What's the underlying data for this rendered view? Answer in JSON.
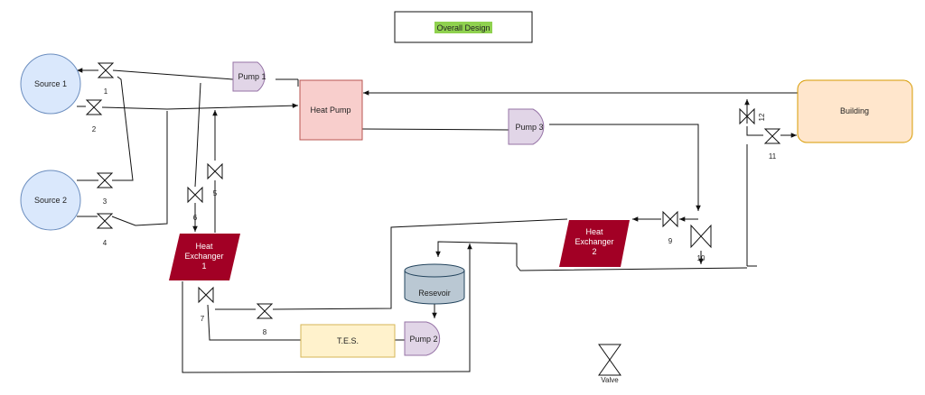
{
  "title": "Overall Design",
  "nodes": {
    "source1": "Source 1",
    "source2": "Source 2",
    "pump1": "Pump 1",
    "pump2": "Pump 2",
    "pump3": "Pump 3",
    "heat_pump": "Heat Pump",
    "building": "Building",
    "hx1": [
      "Heat",
      "Exchanger",
      "1"
    ],
    "hx2": [
      "Heat",
      "Exchanger",
      "2"
    ],
    "reservoir": "Resevoir",
    "tes": "T.E.S."
  },
  "valves": [
    "1",
    "2",
    "3",
    "4",
    "5",
    "6",
    "7",
    "8",
    "9",
    "10",
    "11",
    "12"
  ],
  "legend": {
    "valve": "Valve"
  },
  "colors": {
    "source_fill": "#dae8fc",
    "source_stroke": "#6c8ebf",
    "pump_fill": "#e1d5e7",
    "pump_stroke": "#9673a6",
    "heat_pump_fill": "#f8cecc",
    "heat_pump_stroke": "#b85450",
    "building_fill": "#ffe6cc",
    "building_stroke": "#d79b00",
    "hx_fill": "#a20025",
    "reservoir_fill": "#bac8d3",
    "reservoir_stroke": "#23445d",
    "tes_fill": "#fff2cc",
    "tes_stroke": "#d6b656",
    "title_highlight": "#8fd14f"
  }
}
